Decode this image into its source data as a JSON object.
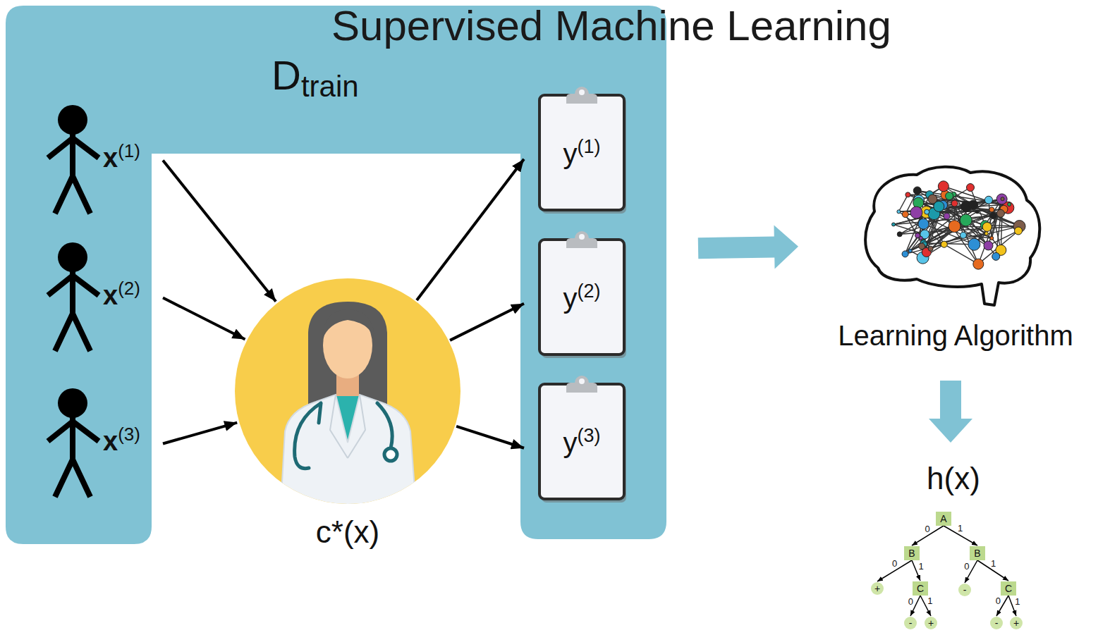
{
  "diagram": {
    "title": "Supervised Machine Learning",
    "nodes": [
      {
        "text": [
          "Dtrain"
        ]
      },
      {
        "text": [
          "x(1)"
        ],
        "in": 0
      },
      {
        "text": [
          "x(2)"
        ],
        "in": 0
      },
      {
        "text": [
          "x(3)"
        ],
        "in": 0
      },
      {
        "text": [
          "c*(x)"
        ]
      },
      {
        "text": [
          "y(1)"
        ],
        "in": 0
      },
      {
        "text": [
          "y(2)"
        ],
        "in": 0
      },
      {
        "text": [
          "y(3)"
        ],
        "in": 0
      },
      {
        "text": [
          "Learning Algorithm"
        ]
      },
      {
        "text": [
          "h(x)"
        ]
      },
      {
        "text": [
          "A"
        ],
        "in": 9
      },
      {
        "text": [
          "B"
        ],
        "in": 9
      },
      {
        "text": [
          "B"
        ],
        "in": 9
      },
      {
        "text": [
          "+"
        ],
        "in": 9
      },
      {
        "text": [
          "C"
        ],
        "in": 9
      },
      {
        "text": [
          "-"
        ],
        "in": 9
      },
      {
        "text": [
          "C"
        ],
        "in": 9
      },
      {
        "text": [
          "-"
        ],
        "in": 9
      },
      {
        "text": [
          "+"
        ],
        "in": 9
      },
      {
        "text": [
          "-"
        ],
        "in": 9
      },
      {
        "text": [
          "+"
        ],
        "in": 9
      }
    ],
    "edges": [
      {
        "from": 1,
        "to": 4,
        "arrow": "to"
      },
      {
        "from": 2,
        "to": 4,
        "arrow": "to"
      },
      {
        "from": 3,
        "to": 4,
        "arrow": "to"
      },
      {
        "from": 4,
        "to": 5,
        "arrow": "to"
      },
      {
        "from": 4,
        "to": 6,
        "arrow": "to"
      },
      {
        "from": 4,
        "to": 7,
        "arrow": "to"
      },
      {
        "from": 0,
        "to": 8,
        "arrow": "to"
      },
      {
        "from": 8,
        "to": 9,
        "arrow": "to"
      },
      {
        "from": 10,
        "to": 11,
        "label": "0",
        "arrow": "to"
      },
      {
        "from": 10,
        "to": 12,
        "label": "1",
        "arrow": "to"
      },
      {
        "from": 11,
        "to": 13,
        "label": "0",
        "arrow": "to"
      },
      {
        "from": 11,
        "to": 14,
        "label": "1",
        "arrow": "to"
      },
      {
        "from": 12,
        "to": 15,
        "label": "0",
        "arrow": "to"
      },
      {
        "from": 12,
        "to": 16,
        "label": "1",
        "arrow": "to"
      },
      {
        "from": 14,
        "to": 17,
        "label": "0",
        "arrow": "to"
      },
      {
        "from": 14,
        "to": 18,
        "label": "1",
        "arrow": "to"
      },
      {
        "from": 16,
        "to": 19,
        "label": "0",
        "arrow": "to"
      },
      {
        "from": 16,
        "to": 20,
        "label": "1",
        "arrow": "to"
      }
    ]
  }
}
